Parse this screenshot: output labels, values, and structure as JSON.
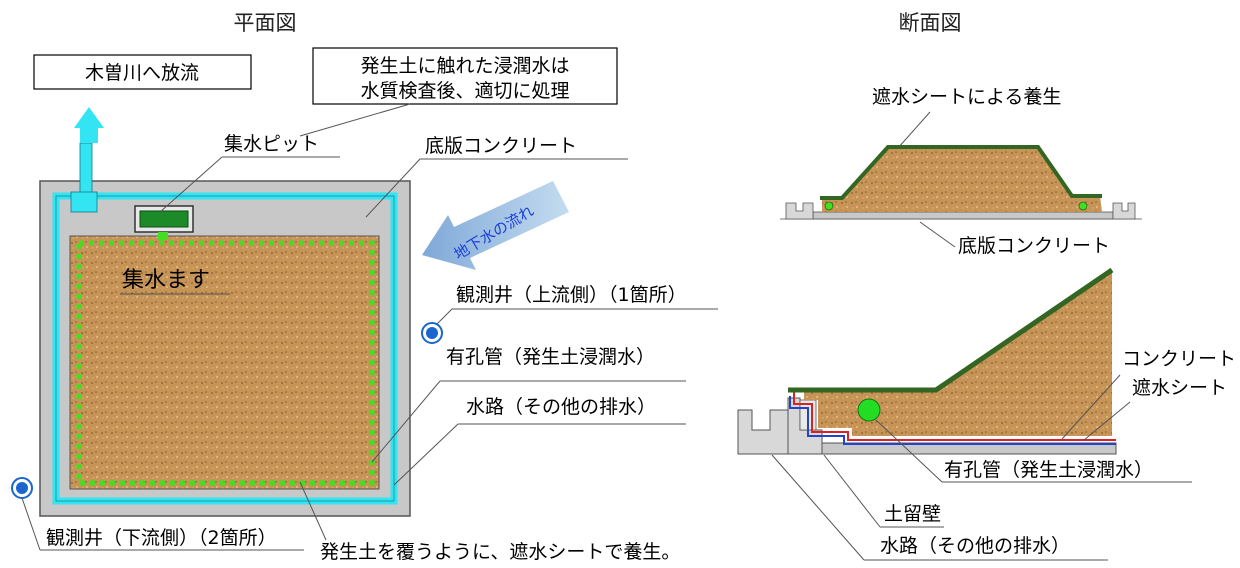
{
  "plan": {
    "title": "平面図",
    "discharge_box": "木曽川へ放流",
    "note_line1": "発生土に触れた浸潤水は",
    "note_line2": "水質検査後、適切に処理",
    "pit_label": "集水ピット",
    "slab_label": "底版コンクリート",
    "groundwater_flow": "地下水の流れ",
    "catch_basin": "集水ます",
    "well_upstream": "観測井（上流側）（1箇所）",
    "perforated_pipe": "有孔管（発生土浸潤水）",
    "channel": "水路（その他の排水）",
    "well_downstream": "観測井（下流側）（2箇所）",
    "cover_note": "発生土を覆うように、遮水シートで養生。"
  },
  "section": {
    "title": "断面図",
    "sheet_cover": "遮水シートによる養生",
    "slab": "底版コンクリート",
    "concrete": "コンクリート",
    "sheet": "遮水シート",
    "perforated_pipe": "有孔管（発生土浸潤水）",
    "retaining_wall": "土留壁",
    "channel": "水路（その他の排水）"
  },
  "colors": {
    "soil": "#c69457",
    "water_channel": "#33e5f2",
    "slab_gray": "#c8c8c8",
    "pipe_dots": "#44dd22",
    "sheet_green": "#336622",
    "flow_arrow": "#a8c8e8",
    "well_blue": "#1a66cc"
  },
  "icons": {
    "flow_arrow": "arrow-icon",
    "observation_well": "well-icon"
  }
}
